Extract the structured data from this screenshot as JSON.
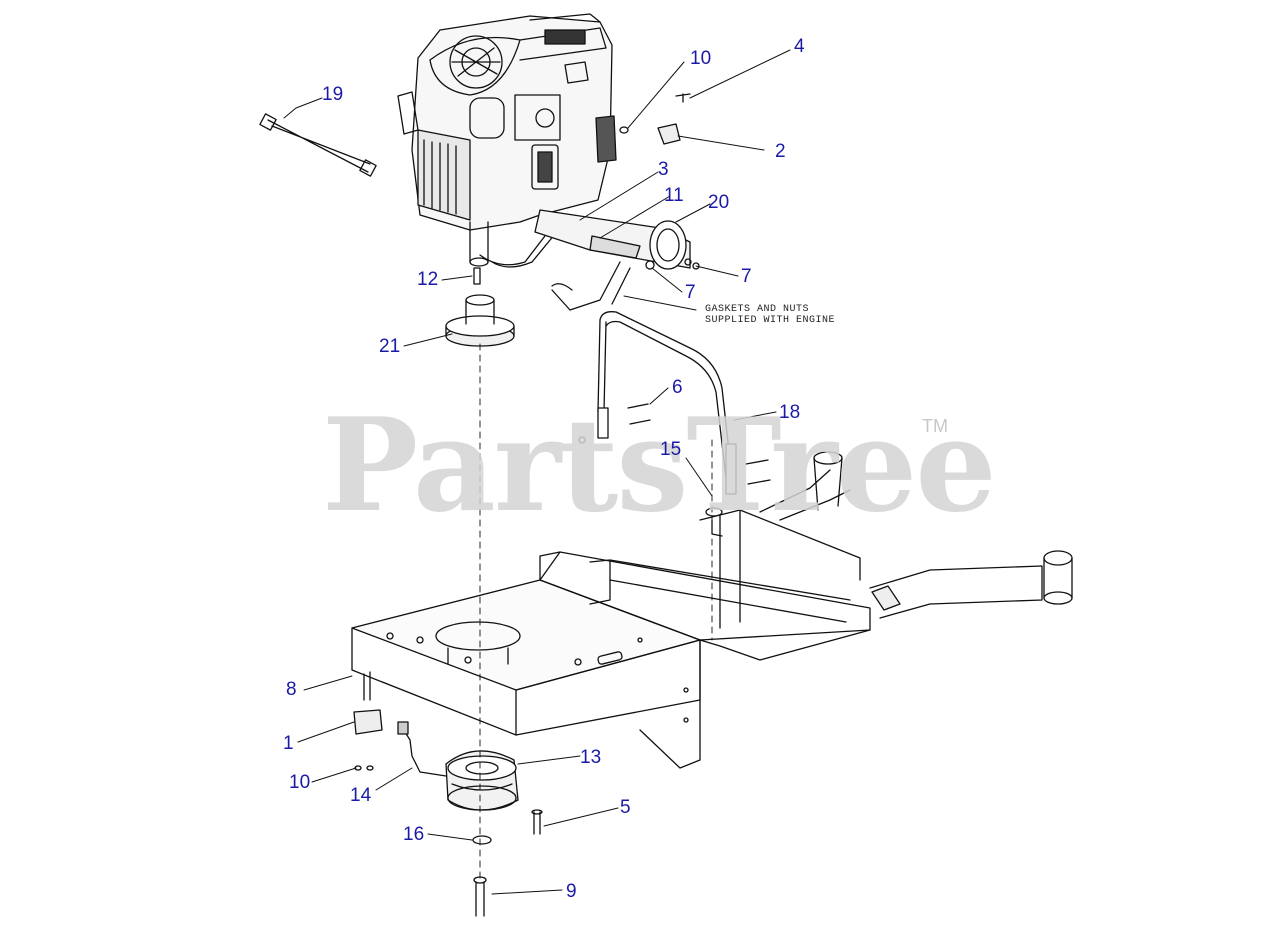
{
  "watermark": {
    "brand": "PartsTree",
    "trademark": "TM"
  },
  "note": {
    "line1": "GASKETS AND NUTS",
    "line2": "SUPPLIED WITH ENGINE"
  },
  "callouts": [
    {
      "key": "c19",
      "label": "19"
    },
    {
      "key": "c10a",
      "label": "10"
    },
    {
      "key": "c4",
      "label": "4"
    },
    {
      "key": "c2",
      "label": "2"
    },
    {
      "key": "c3",
      "label": "3"
    },
    {
      "key": "c11",
      "label": "11"
    },
    {
      "key": "c20",
      "label": "20"
    },
    {
      "key": "c7a",
      "label": "7"
    },
    {
      "key": "c7b",
      "label": "7"
    },
    {
      "key": "c12",
      "label": "12"
    },
    {
      "key": "c21",
      "label": "21"
    },
    {
      "key": "c6",
      "label": "6"
    },
    {
      "key": "c18",
      "label": "18"
    },
    {
      "key": "c15",
      "label": "15"
    },
    {
      "key": "c8",
      "label": "8"
    },
    {
      "key": "c1",
      "label": "1"
    },
    {
      "key": "c10b",
      "label": "10"
    },
    {
      "key": "c14",
      "label": "14"
    },
    {
      "key": "c13",
      "label": "13"
    },
    {
      "key": "c5",
      "label": "5"
    },
    {
      "key": "c16",
      "label": "16"
    },
    {
      "key": "c9",
      "label": "9"
    }
  ],
  "colors": {
    "callout_text": "#1a1aa6",
    "line_art": "#111111",
    "watermark": "#d4d4d4"
  }
}
